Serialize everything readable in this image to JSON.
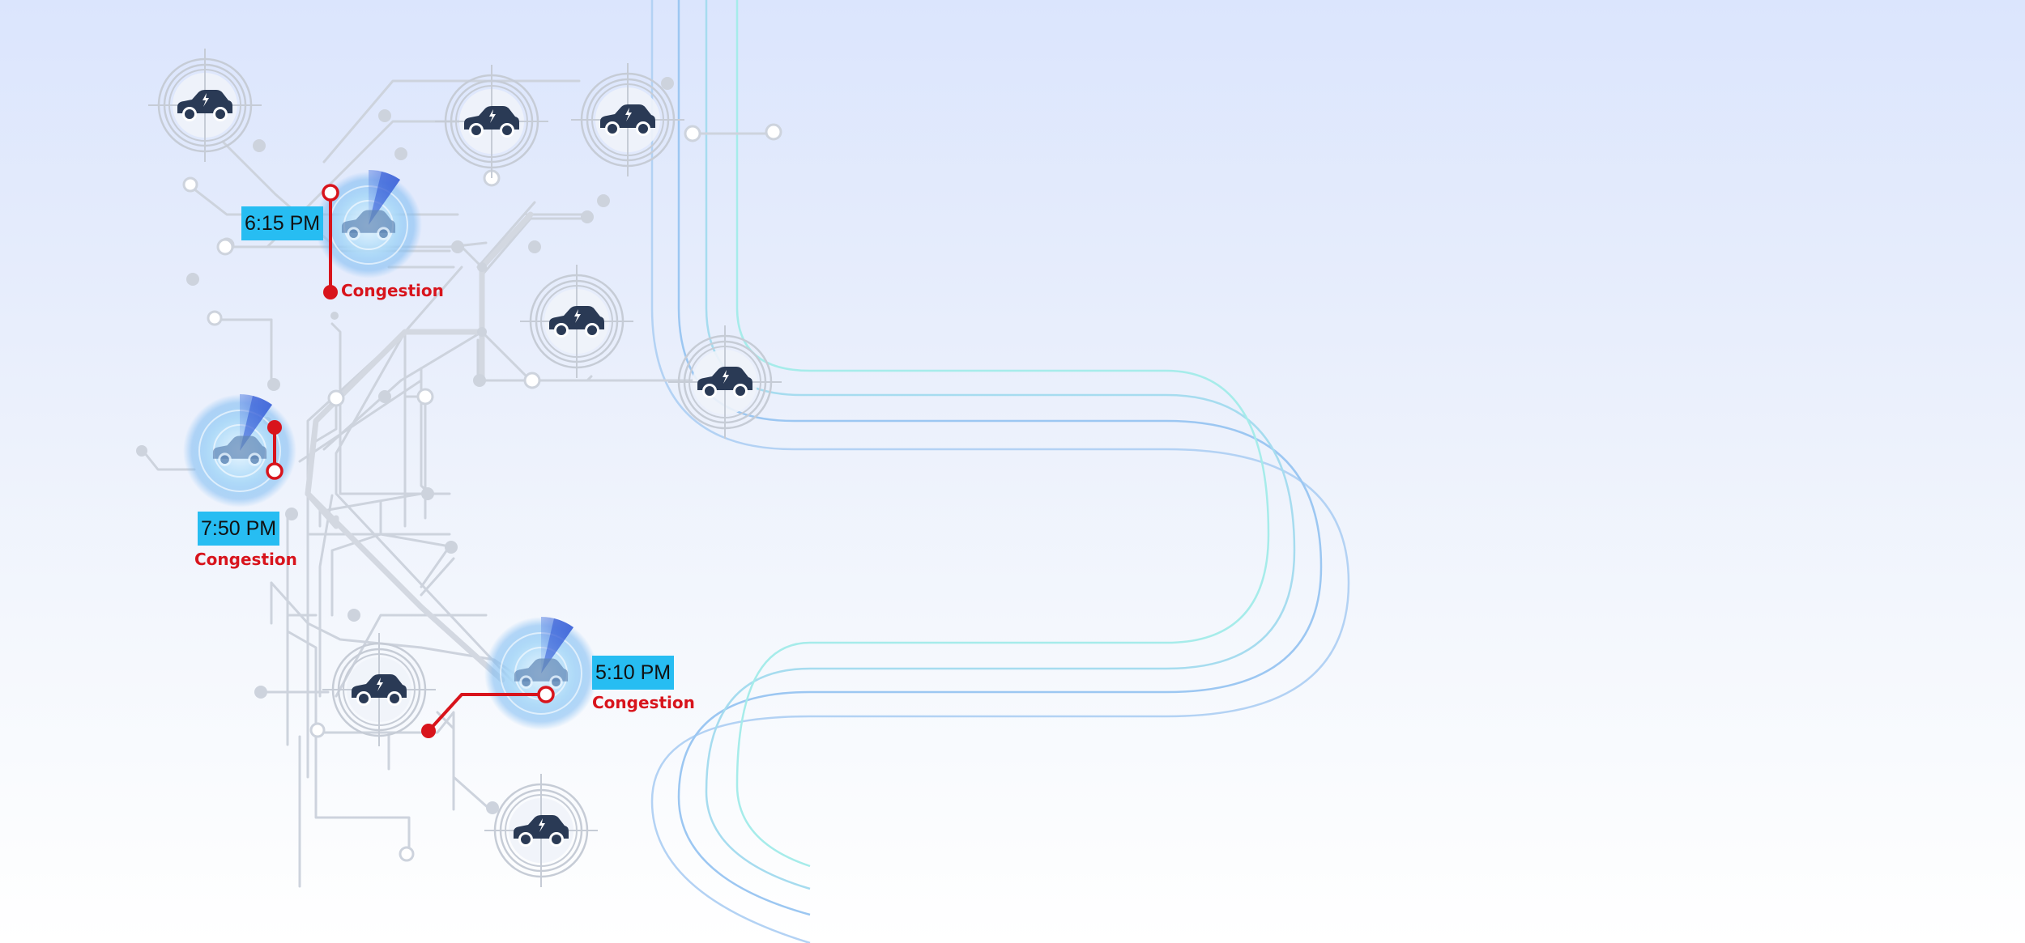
{
  "colors": {
    "background_top": "#dbe5fd",
    "circuit_lines": "#cdd3dd",
    "car_icon": "#2a3a55",
    "label_background": "#27bdf2",
    "congestion_red": "#d8141c",
    "road_blue": "#9cc7f2",
    "road_teal": "#a6ecea"
  },
  "vehicles": [
    {
      "icon": "electric-car-icon"
    },
    {
      "icon": "electric-car-icon"
    },
    {
      "icon": "electric-car-icon"
    },
    {
      "icon": "electric-car-icon"
    },
    {
      "icon": "electric-car-icon"
    },
    {
      "icon": "electric-car-icon"
    },
    {
      "icon": "electric-car-icon"
    }
  ],
  "alerts": [
    {
      "time": "6:15 PM",
      "status": "Congestion",
      "icon": "radar-scan-icon"
    },
    {
      "time": "7:50 PM",
      "status": "Congestion",
      "icon": "radar-scan-icon"
    },
    {
      "time": "5:10 PM",
      "status": "Congestion",
      "icon": "radar-scan-icon"
    }
  ]
}
